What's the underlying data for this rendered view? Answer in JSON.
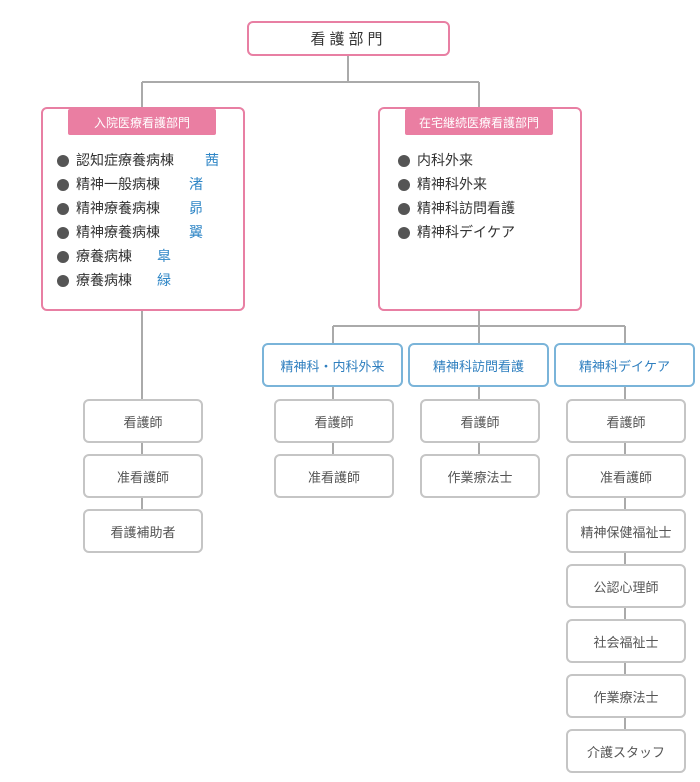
{
  "title": "看護部門",
  "colors": {
    "pink_border": "#e87fa3",
    "pink_tag": "#ea7ea2",
    "blue_border": "#7ab4d9",
    "blue_text": "#2f7fbf",
    "gray_border": "#c5c5c5",
    "line": "#aaaaaa"
  },
  "inpatient": {
    "tag": "入院医療看護部門",
    "wards": [
      {
        "name": "認知症療養病棟",
        "team": "茜"
      },
      {
        "name": "精神一般病棟",
        "team": "渚"
      },
      {
        "name": "精神療養病棟",
        "team": "昴"
      },
      {
        "name": "精神療養病棟",
        "team": "翼"
      },
      {
        "name": "療養病棟",
        "team": "皐"
      },
      {
        "name": "療養病棟",
        "team": "緑"
      }
    ],
    "staff": [
      "看護師",
      "准看護師",
      "看護補助者"
    ]
  },
  "home": {
    "tag": "在宅継続医療看護部門",
    "items": [
      "内科外来",
      "精神科外来",
      "精神科訪問看護",
      "精神科デイケア"
    ],
    "units": [
      {
        "title": "精神科・内科外来",
        "staff": [
          "看護師",
          "准看護師"
        ]
      },
      {
        "title": "精神科訪問看護",
        "staff": [
          "看護師",
          "作業療法士"
        ]
      },
      {
        "title": "精神科デイケア",
        "staff": [
          "看護師",
          "准看護師",
          "精神保健福祉士",
          "公認心理師",
          "社会福祉士",
          "作業療法士",
          "介護スタッフ"
        ]
      }
    ]
  }
}
